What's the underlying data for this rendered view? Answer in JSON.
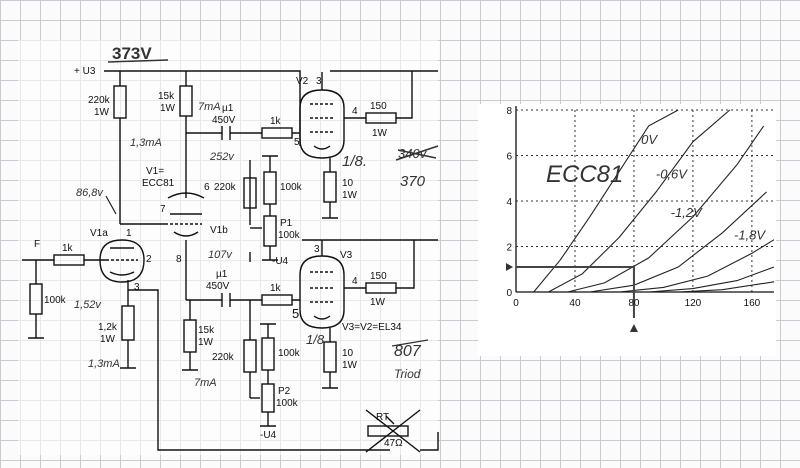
{
  "schematic": {
    "supply_voltage": "373V",
    "supply_label": "+ U3",
    "r1": "220k",
    "r1_w": "1W",
    "r_15k_top": "15k",
    "r_15k_top_w": "1W",
    "current_top_left": "1,3mA",
    "current_top_right": "7mA",
    "cap_top_value": "µ1",
    "cap_top_rating": "450V",
    "r_1k_top": "1k",
    "v1_label": "V1=",
    "v1_type": "ECC81",
    "v_252": "252v",
    "v_868": "86,8v",
    "pin_7": "7",
    "pin_6": "6",
    "pin_8": "8",
    "pin_1": "1",
    "pin_2": "2",
    "pin_3": "3",
    "v1a": "V1a",
    "v1b": "V1b",
    "input": "F",
    "r_1k_in": "1k",
    "r_100k_in": "100k",
    "v_152": "1,52v",
    "r_12k": "1,2k",
    "r_12k_w": "1W",
    "current_bottom_left": "1,3mA",
    "r_220k_mid": "220k",
    "r_100k_mid": "100k",
    "p1": "P1",
    "p1_value": "100k",
    "minus_u4_top": "-U4",
    "v_107": "107v",
    "cap_bot_value": "µ1",
    "cap_bot_rating": "450V",
    "r_1k_bot": "1k",
    "r_15k_bot": "15k",
    "r_15k_bot_w": "1W",
    "current_bottom_right": "7mA",
    "r_220k_bot": "220k",
    "r_100k_bot": "100k",
    "p2": "P2",
    "p2_value": "100k",
    "minus_u4_bot": "-U4",
    "v2": "V2",
    "v3": "V3",
    "pin_v2_3": "3",
    "pin_v2_4": "4",
    "pin_v2_5": "5",
    "pin_v3_3": "3",
    "pin_v3_4": "4",
    "pin_v3_5": "5",
    "r_150_top": "150",
    "r_150_top_w": "1W",
    "r_150_bot": "150",
    "r_150_bot_w": "1W",
    "r_10_top": "10",
    "r_10_top_w": "1W",
    "r_10_bot": "10",
    "r_10_bot_w": "1W",
    "frac_top": "1/8.",
    "frac_bot": "1/8",
    "crossed_voltage": "340v",
    "v_370": "370",
    "v3_eq": "V3=V2=EL34",
    "v_807": "807",
    "triode": "Triod",
    "rt": "RT",
    "rt_value": "47Ω"
  },
  "chart_data": {
    "type": "line",
    "title": "ECC81",
    "xlabel": "",
    "ylabel": "",
    "xlim": [
      0,
      175
    ],
    "ylim": [
      0,
      8
    ],
    "x_ticks": [
      0,
      40,
      80,
      120,
      160
    ],
    "y_ticks": [
      0,
      2,
      4,
      6,
      8
    ],
    "grid": true,
    "series": [
      {
        "name": "0V",
        "x": [
          12,
          30,
          50,
          70,
          90,
          110
        ],
        "y": [
          0,
          1.4,
          3.3,
          5.3,
          7.3,
          8.5
        ]
      },
      {
        "name": "-0,6V",
        "x": [
          22,
          45,
          70,
          95,
          120,
          145
        ],
        "y": [
          0,
          0.8,
          2.4,
          4.4,
          6.6,
          8.5
        ]
      },
      {
        "name": "-1,2V",
        "x": [
          35,
          60,
          90,
          120,
          150,
          168
        ],
        "y": [
          0,
          0.4,
          1.5,
          3.3,
          5.6,
          7.3
        ]
      },
      {
        "name": "-1,8V",
        "x": [
          50,
          80,
          110,
          140,
          170
        ],
        "y": [
          0,
          0.3,
          1.1,
          2.6,
          4.4
        ]
      },
      {
        "name": "",
        "x": [
          70,
          100,
          130,
          160,
          175
        ],
        "y": [
          0,
          0.2,
          0.7,
          1.7,
          2.3
        ]
      },
      {
        "name": "",
        "x": [
          90,
          120,
          150,
          175
        ],
        "y": [
          0,
          0.15,
          0.5,
          1.1
        ]
      },
      {
        "name": "",
        "x": [
          110,
          140,
          175
        ],
        "y": [
          0,
          0.1,
          0.45
        ]
      }
    ],
    "operating_point": {
      "x": 80,
      "y": 1.1
    }
  }
}
